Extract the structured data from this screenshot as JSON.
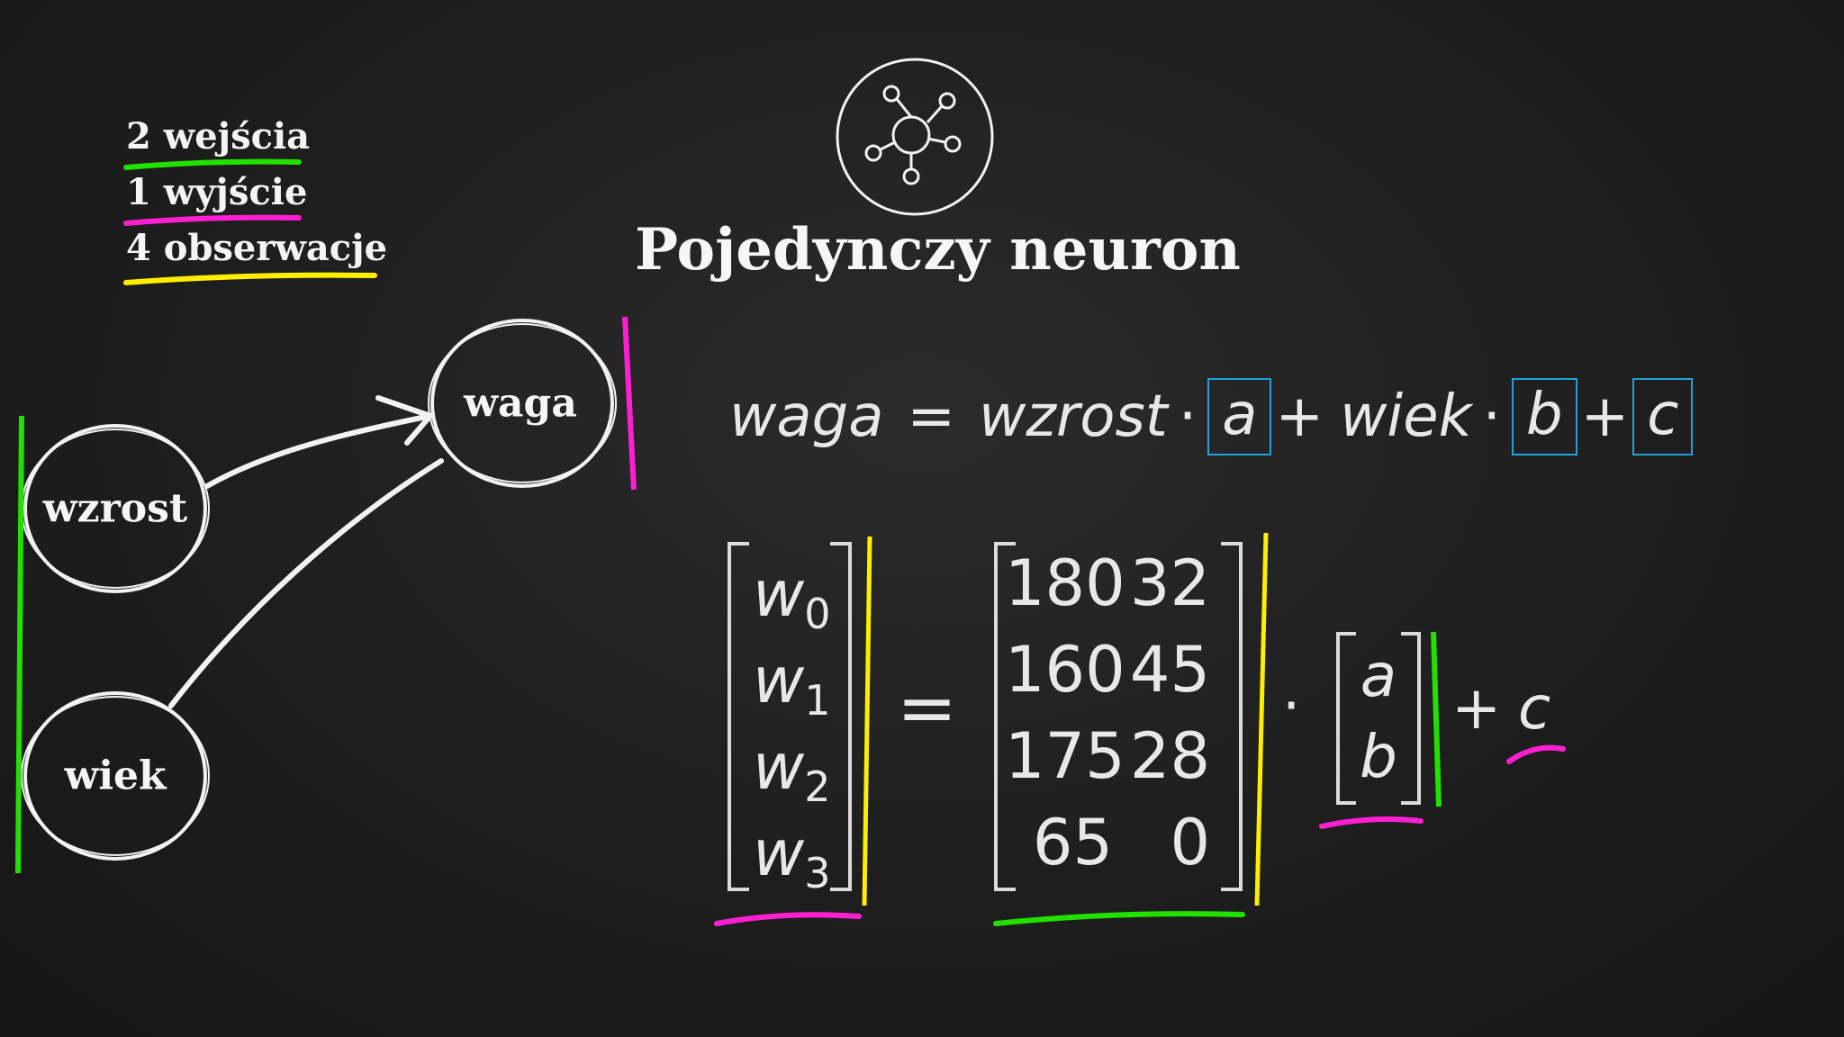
{
  "legend": [
    {
      "text": "2 wejścia",
      "color": "#22e000"
    },
    {
      "text": "1 wyjście",
      "color": "#ff1fd2"
    },
    {
      "text": "4 obserwacje",
      "color": "#ffee00"
    }
  ],
  "title": "Pojedynczy neuron",
  "icon": "neuron-network-icon",
  "nodes": {
    "input1": "wzrost",
    "input2": "wiek",
    "output": "waga"
  },
  "equation": {
    "lhs": "waga",
    "eq": "=",
    "term1": "wzrost",
    "dot": "·",
    "param_a": "a",
    "plus": "+",
    "term2": "wiek",
    "param_b": "b",
    "param_c": "c",
    "box_color": "#1ea3d8"
  },
  "matrix_eq": {
    "w_symbol": "w",
    "w_indices": [
      "0",
      "1",
      "2",
      "3"
    ],
    "eq": "=",
    "rows": [
      [
        "180",
        "32"
      ],
      [
        "160",
        "45"
      ],
      [
        "175",
        "28"
      ],
      [
        "65",
        "0"
      ]
    ],
    "dot": "·",
    "params": [
      "a",
      "b"
    ],
    "plus": "+",
    "bias": "c"
  }
}
